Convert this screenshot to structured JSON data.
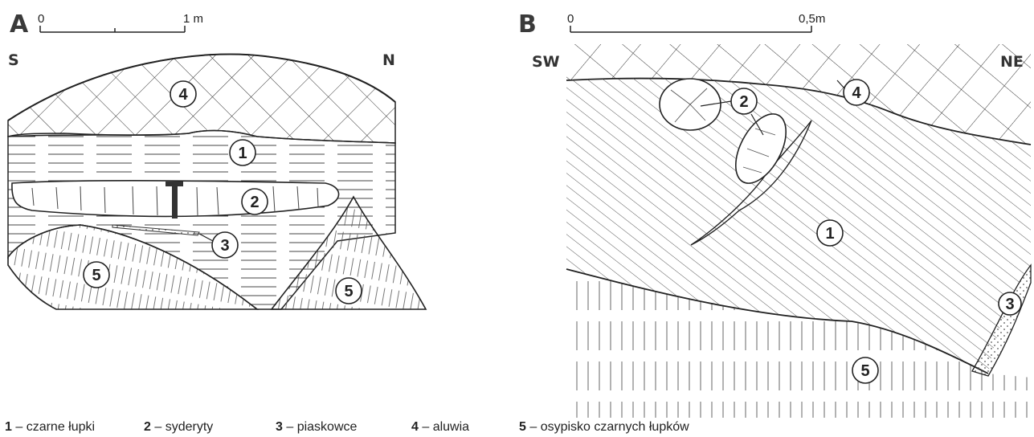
{
  "panelA": {
    "letter": "A",
    "scale_start": "0",
    "scale_end": "1 m",
    "dir_left": "S",
    "dir_right": "N",
    "units": [
      "4",
      "1",
      "2",
      "3",
      "5",
      "5"
    ]
  },
  "panelB": {
    "letter": "B",
    "scale_start": "0",
    "scale_end": "0,5m",
    "dir_left": "SW",
    "dir_right": "NE",
    "units": [
      "4",
      "2",
      "1",
      "3",
      "5"
    ]
  },
  "legend": [
    {
      "num": "1",
      "label": "– czarne łupki"
    },
    {
      "num": "2",
      "label": "– syderyty"
    },
    {
      "num": "3",
      "label": "– piaskowce"
    },
    {
      "num": "4",
      "label": "– aluwia"
    },
    {
      "num": "5",
      "label": "– osypisko czarnych łupków"
    }
  ]
}
